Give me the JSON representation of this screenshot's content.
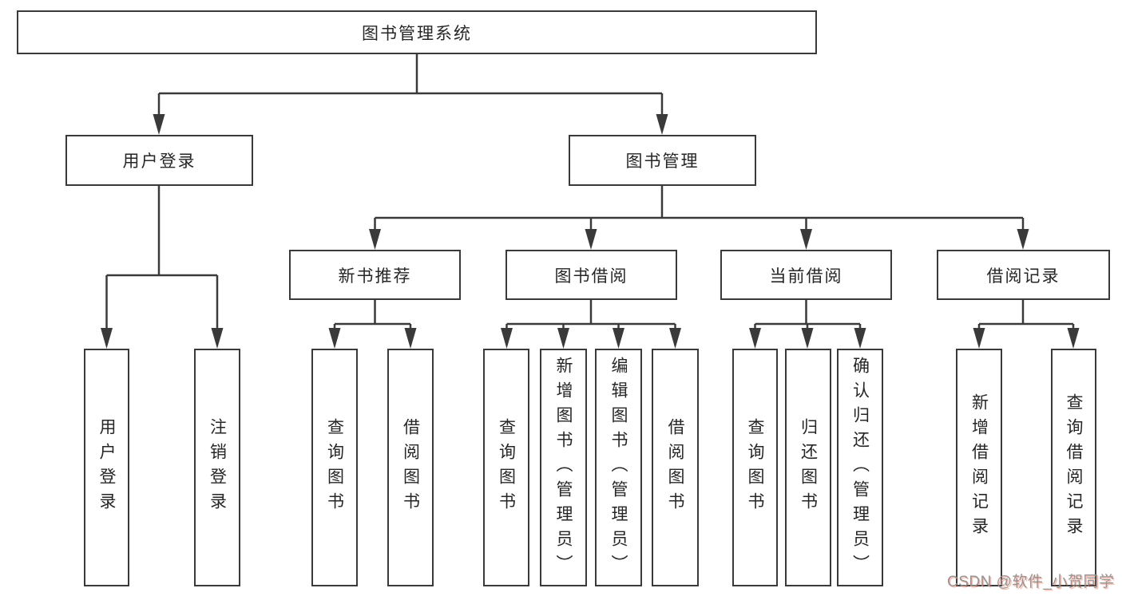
{
  "tree": {
    "label": "图书管理系统",
    "children": [
      {
        "label": "用户登录",
        "children": [
          {
            "label": "用户登录"
          },
          {
            "label": "注销登录"
          }
        ]
      },
      {
        "label": "图书管理",
        "children": [
          {
            "label": "新书推荐",
            "children": [
              {
                "label": "查询图书"
              },
              {
                "label": "借阅图书"
              }
            ]
          },
          {
            "label": "图书借阅",
            "children": [
              {
                "label": "查询图书"
              },
              {
                "label": "新增图书（管理员）"
              },
              {
                "label": "编辑图书（管理员）"
              },
              {
                "label": "借阅图书"
              }
            ]
          },
          {
            "label": "当前借阅",
            "children": [
              {
                "label": "查询图书"
              },
              {
                "label": "归还图书"
              },
              {
                "label": "确认归还（管理员）"
              }
            ]
          },
          {
            "label": "借阅记录",
            "children": [
              {
                "label": "新增借阅记录"
              },
              {
                "label": "查询借阅记录"
              }
            ]
          }
        ]
      }
    ]
  },
  "watermark": {
    "text": "CSDN @软件_小贺同学"
  },
  "colors": {
    "line": "#3a3a3a",
    "box_border": "#3a3a3a",
    "box_fill": "#ffffff",
    "text": "#262626",
    "watermark": "#949494",
    "watermark_accent": "#fc5531"
  }
}
